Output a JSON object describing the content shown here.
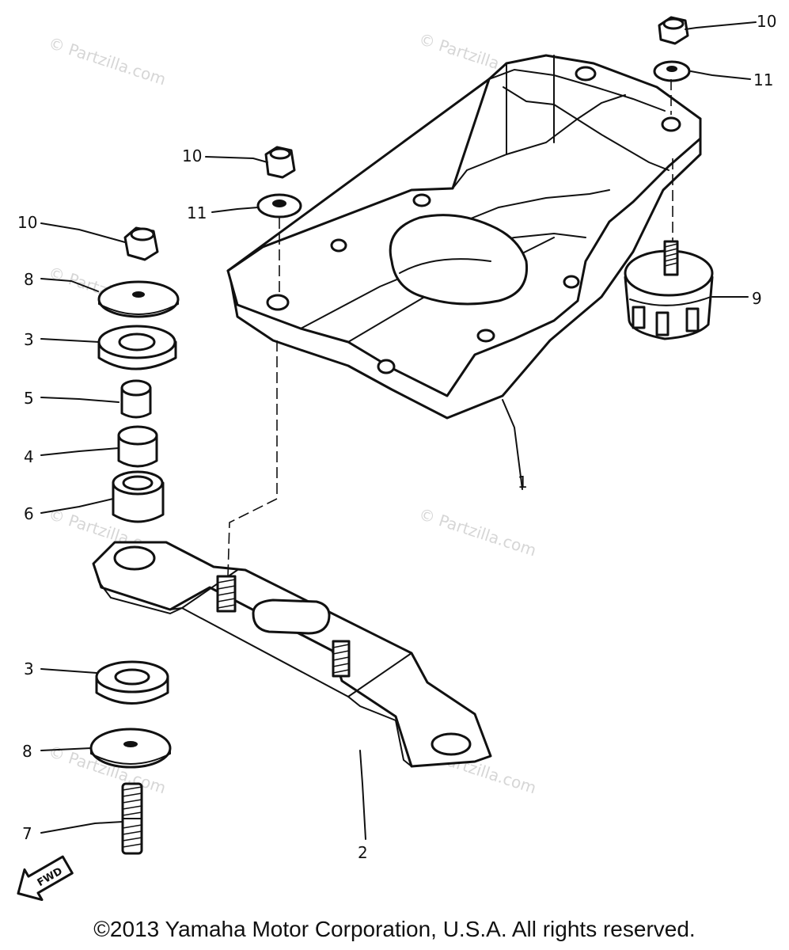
{
  "watermark": {
    "text": "© Partzilla.com"
  },
  "callouts": {
    "p1": "1",
    "p2": "2",
    "p3_top": "3",
    "p3_bottom": "3",
    "p4": "4",
    "p5": "5",
    "p6": "6",
    "p7": "7",
    "p8_top": "8",
    "p8_bottom": "8",
    "p9": "9",
    "p10_right": "10",
    "p10_middle": "10",
    "p10_left": "10",
    "p11_right": "11",
    "p11_middle": "11"
  },
  "direction_arrow": {
    "label": "FWD"
  },
  "copyright": "©2013 Yamaha Motor Corporation, U.S.A. All rights reserved."
}
